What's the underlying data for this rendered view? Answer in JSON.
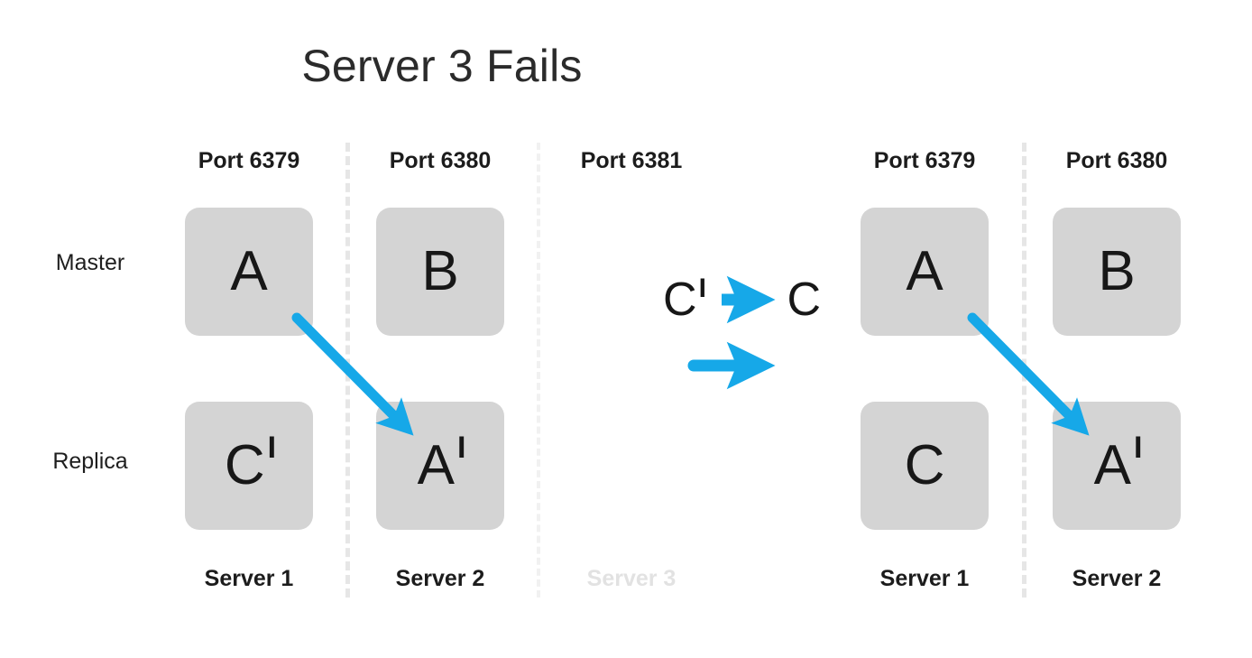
{
  "title": "Server 3 Fails",
  "accent_color": "#16A8E8",
  "box_color": "#d4d4d4",
  "rows": {
    "master_label": "Master",
    "replica_label": "Replica"
  },
  "clusters": [
    {
      "name": "before-failover",
      "columns": [
        {
          "port": "Port 6379",
          "server": "Server 1",
          "faded": false,
          "master": {
            "letter": "A",
            "prime": ""
          },
          "replica": {
            "letter": "C",
            "prime": "I"
          }
        },
        {
          "port": "Port 6380",
          "server": "Server 2",
          "faded": false,
          "master": {
            "letter": "B",
            "prime": ""
          },
          "replica": {
            "letter": "A",
            "prime": "I"
          }
        },
        {
          "port": "Port 6381",
          "server": "Server 3",
          "faded": true,
          "master": null,
          "replica": null
        }
      ]
    },
    {
      "name": "after-failover",
      "columns": [
        {
          "port": "Port 6379",
          "server": "Server 1",
          "faded": false,
          "master": {
            "letter": "A",
            "prime": ""
          },
          "replica": {
            "letter": "C",
            "prime": ""
          }
        },
        {
          "port": "Port 6380",
          "server": "Server 2",
          "faded": false,
          "master": {
            "letter": "B",
            "prime": ""
          },
          "replica": {
            "letter": "A",
            "prime": "I"
          }
        }
      ]
    }
  ],
  "promotion": {
    "from_letter": "C",
    "from_prime": "I",
    "arrow": "arrow-right",
    "to_letter": "C",
    "to_prime": ""
  },
  "transition_arrow": "arrow-right",
  "replication_arrows": [
    {
      "name": "replication-arrow-left",
      "from": "master-A-server1",
      "to": "replica-Aprime-server2"
    },
    {
      "name": "replication-arrow-right",
      "from": "master-A-server1",
      "to": "replica-Aprime-server2"
    }
  ]
}
